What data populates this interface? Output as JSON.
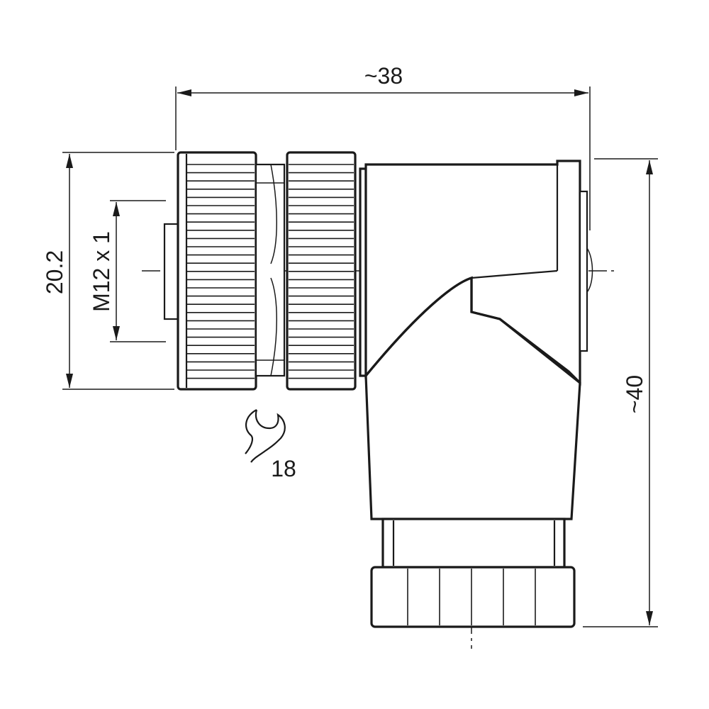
{
  "drawing": {
    "dimensions": {
      "overall_width": "~38",
      "overall_height": "~40",
      "nut_diameter": "20.2",
      "thread": "M12 x 1",
      "wrench_size": "18"
    },
    "icons": [
      "wrench-icon"
    ],
    "colors": {
      "line": "#1a1a1a",
      "background": "#ffffff"
    }
  }
}
